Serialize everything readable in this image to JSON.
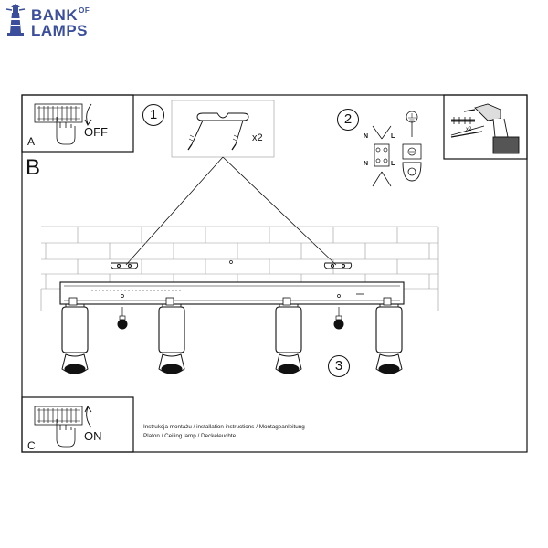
{
  "logo": {
    "line1": "BANK",
    "line1_small": "OF",
    "line2": "LAMPS",
    "color": "#3a4e9c"
  },
  "panels": {
    "a_label": "A",
    "b_label": "B",
    "c_label": "C",
    "off_label": "OFF",
    "on_label": "ON"
  },
  "steps": {
    "step1": "1",
    "step2": "2",
    "step3": "3",
    "bracket_qty": "x2",
    "anchor_qty": "x2"
  },
  "wiring": {
    "n_top": "N",
    "l_top": "L",
    "n_bottom": "N",
    "l_bottom": "L"
  },
  "caption": {
    "line1": "Instrukcja montażu / installation instructions / Montageanleitung",
    "line2": "Plafon / Ceiling lamp / Deckeleuchte"
  },
  "icons": [
    "logo-lighthouse-icon",
    "circuit-breaker-icon",
    "hand-icon",
    "arrow-icon",
    "screwdriver-icon",
    "drill-icon",
    "wall-anchor-icon",
    "ground-symbol-icon",
    "terminal-block-icon",
    "spotlight-icon",
    "bulb-icon"
  ]
}
